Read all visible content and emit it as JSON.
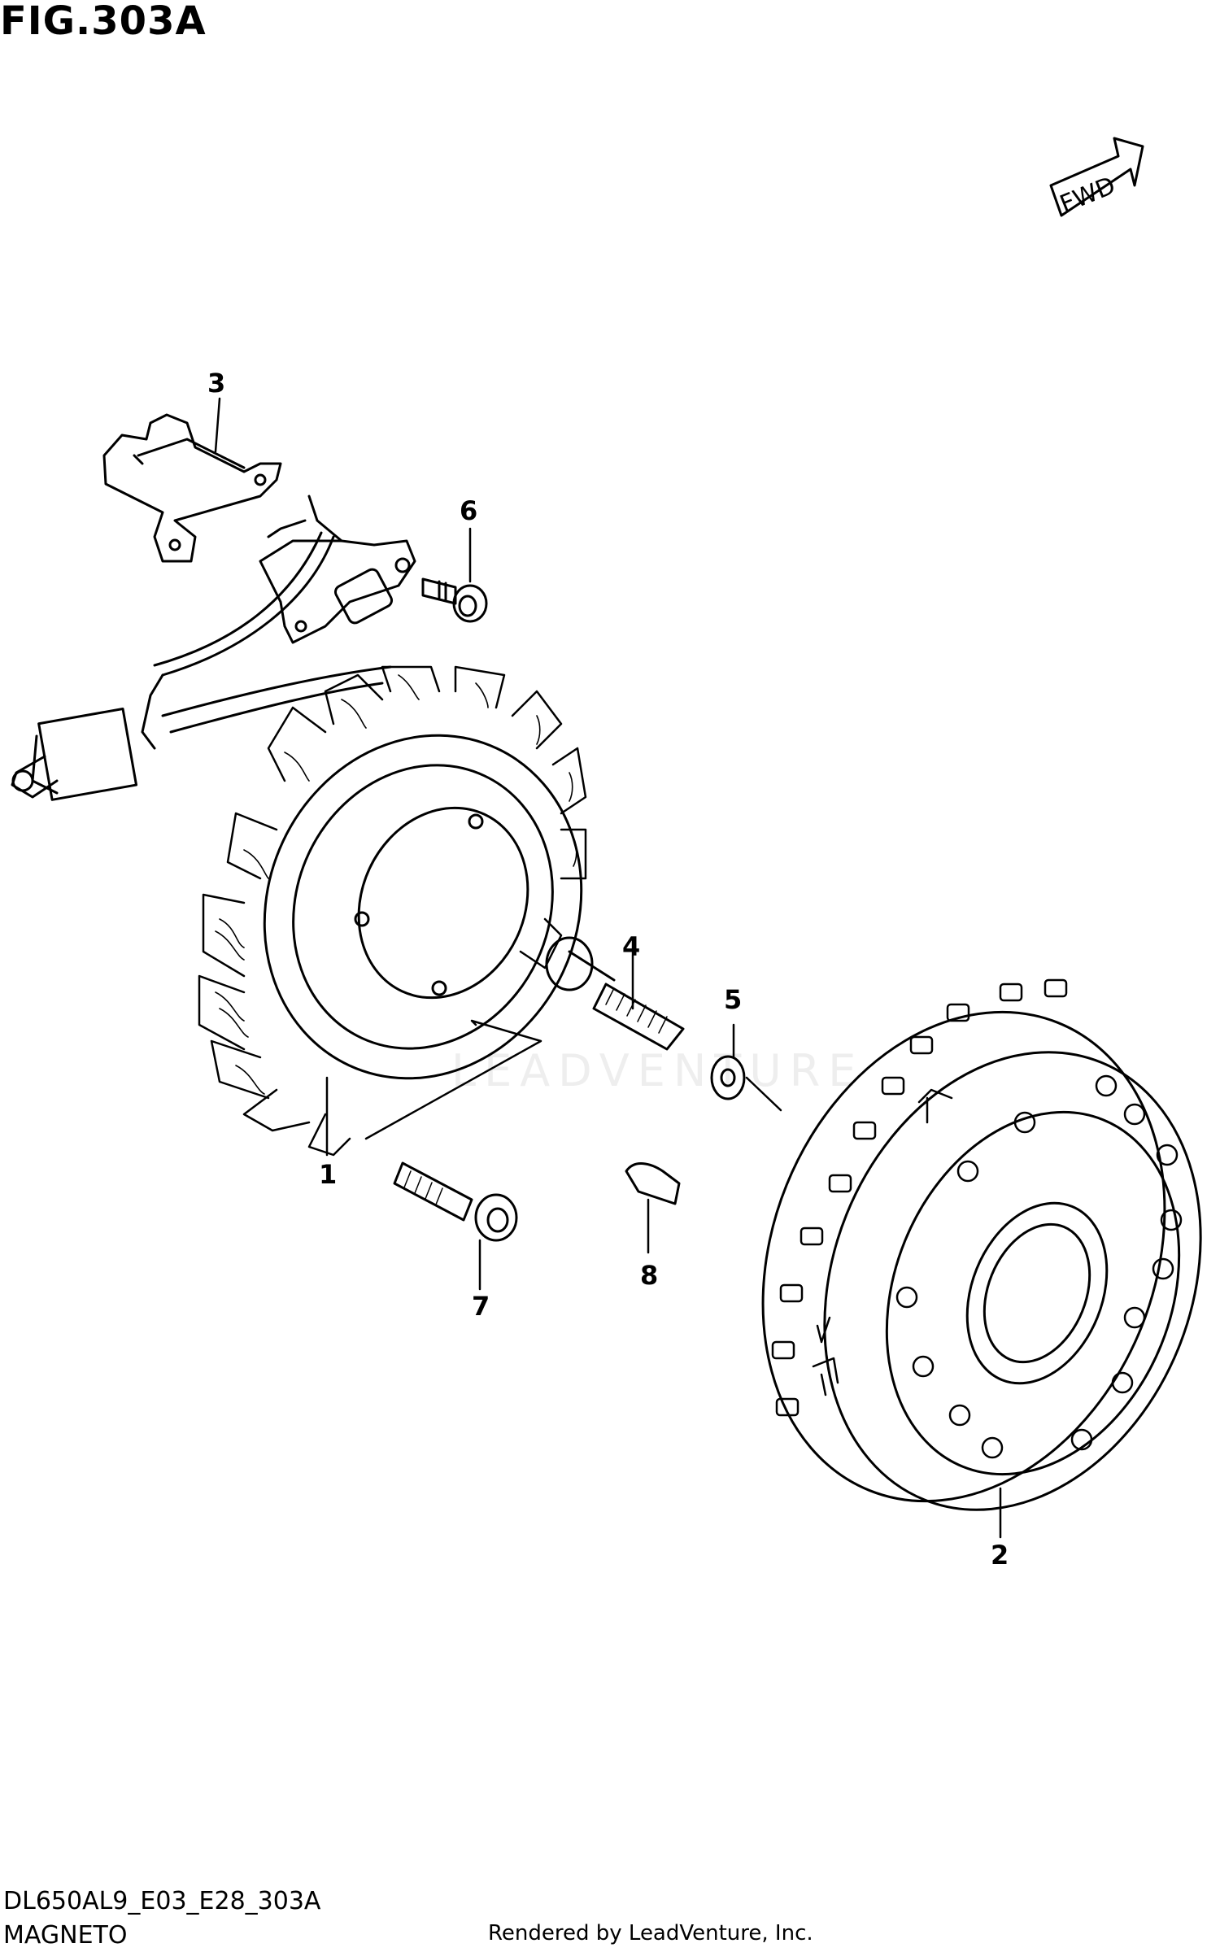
{
  "figure": {
    "title": "FIG.303A"
  },
  "callouts": [
    {
      "id": "1",
      "label": "1"
    },
    {
      "id": "2",
      "label": "2"
    },
    {
      "id": "3",
      "label": "3"
    },
    {
      "id": "4",
      "label": "4"
    },
    {
      "id": "5",
      "label": "5"
    },
    {
      "id": "6",
      "label": "6"
    },
    {
      "id": "7",
      "label": "7"
    },
    {
      "id": "8",
      "label": "8"
    }
  ],
  "direction_marker": {
    "label": "FWD"
  },
  "watermark": {
    "text": "LEADVENTURE"
  },
  "footer": {
    "diagram_code": "DL650AL9_E03_E28_303A",
    "section_name": "MAGNETO",
    "credit": "Rendered by LeadVenture, Inc."
  }
}
